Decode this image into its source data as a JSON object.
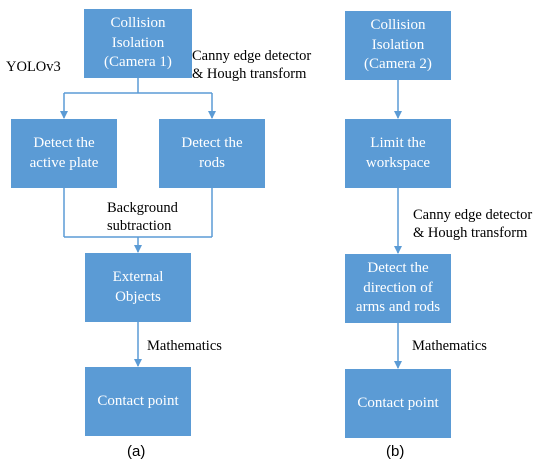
{
  "colors": {
    "box_fill": "#5b9bd5",
    "box_text": "#ffffff",
    "connector": "#5b9bd5",
    "label_text": "#000000"
  },
  "panel_a": {
    "caption": "(a)",
    "boxes": {
      "collision": "Collision\nIsolation\n(Camera 1)",
      "plate": "Detect the\nactive plate",
      "rods": "Detect the\nrods",
      "external": "External\nObjects",
      "contact": "Contact point"
    },
    "labels": {
      "yolo": "YOLOv3",
      "canny": "Canny edge detector\n& Hough transform",
      "background": "Background\nsubtraction",
      "mathematics": "Mathematics"
    }
  },
  "panel_b": {
    "caption": "(b)",
    "boxes": {
      "collision": "Collision\nIsolation\n(Camera 2)",
      "workspace": "Limit the\nworkspace",
      "direction": "Detect the\ndirection of\narms and rods",
      "contact": "Contact point"
    },
    "labels": {
      "canny": "Canny edge detector\n& Hough transform",
      "mathematics": "Mathematics"
    }
  }
}
